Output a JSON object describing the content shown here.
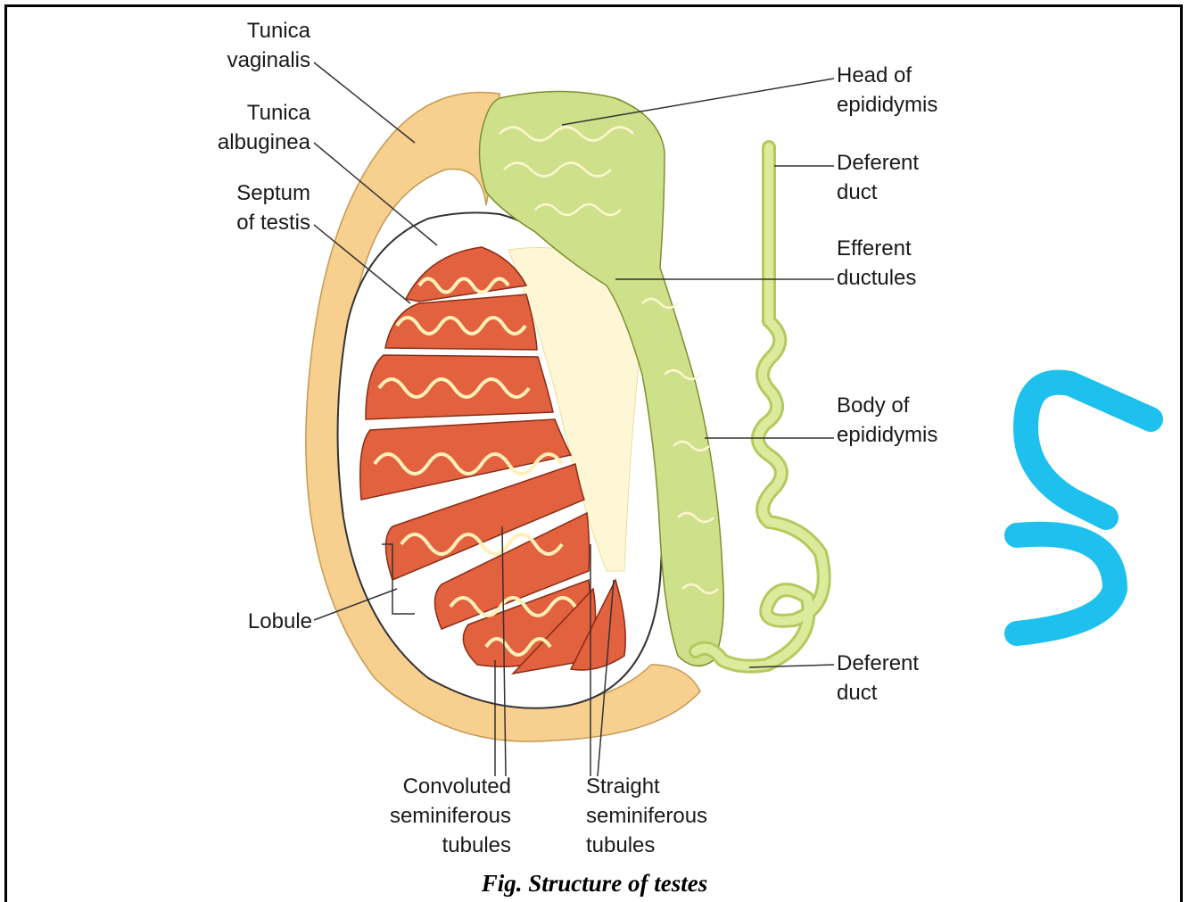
{
  "figure": {
    "caption": "Fig. Structure of testes",
    "labels": {
      "tunica_vaginalis": "Tunica\nvaginalis",
      "tunica_albuginea": "Tunica\nalbuginea",
      "septum_of_testis": "Septum\nof testis",
      "lobule": "Lobule",
      "convoluted_tubules": "Convoluted\nseminiferous\ntubules",
      "straight_tubules": "Straight\nseminiferous\ntubules",
      "head_of_epididymis": "Head of\nepididymis",
      "deferent_duct_top": "Deferent\nduct",
      "efferent_ductules": "Efferent\nductules",
      "body_of_epididymis": "Body of\nepididymis",
      "deferent_duct_bottom": "Deferent\nduct"
    },
    "colors": {
      "tunica_vaginalis": "#f7cf8e",
      "lobule": "#e2613f",
      "tubule": "#fff0b8",
      "epididymis": "#cfe08a",
      "watermark": "#1ec0ee"
    }
  }
}
